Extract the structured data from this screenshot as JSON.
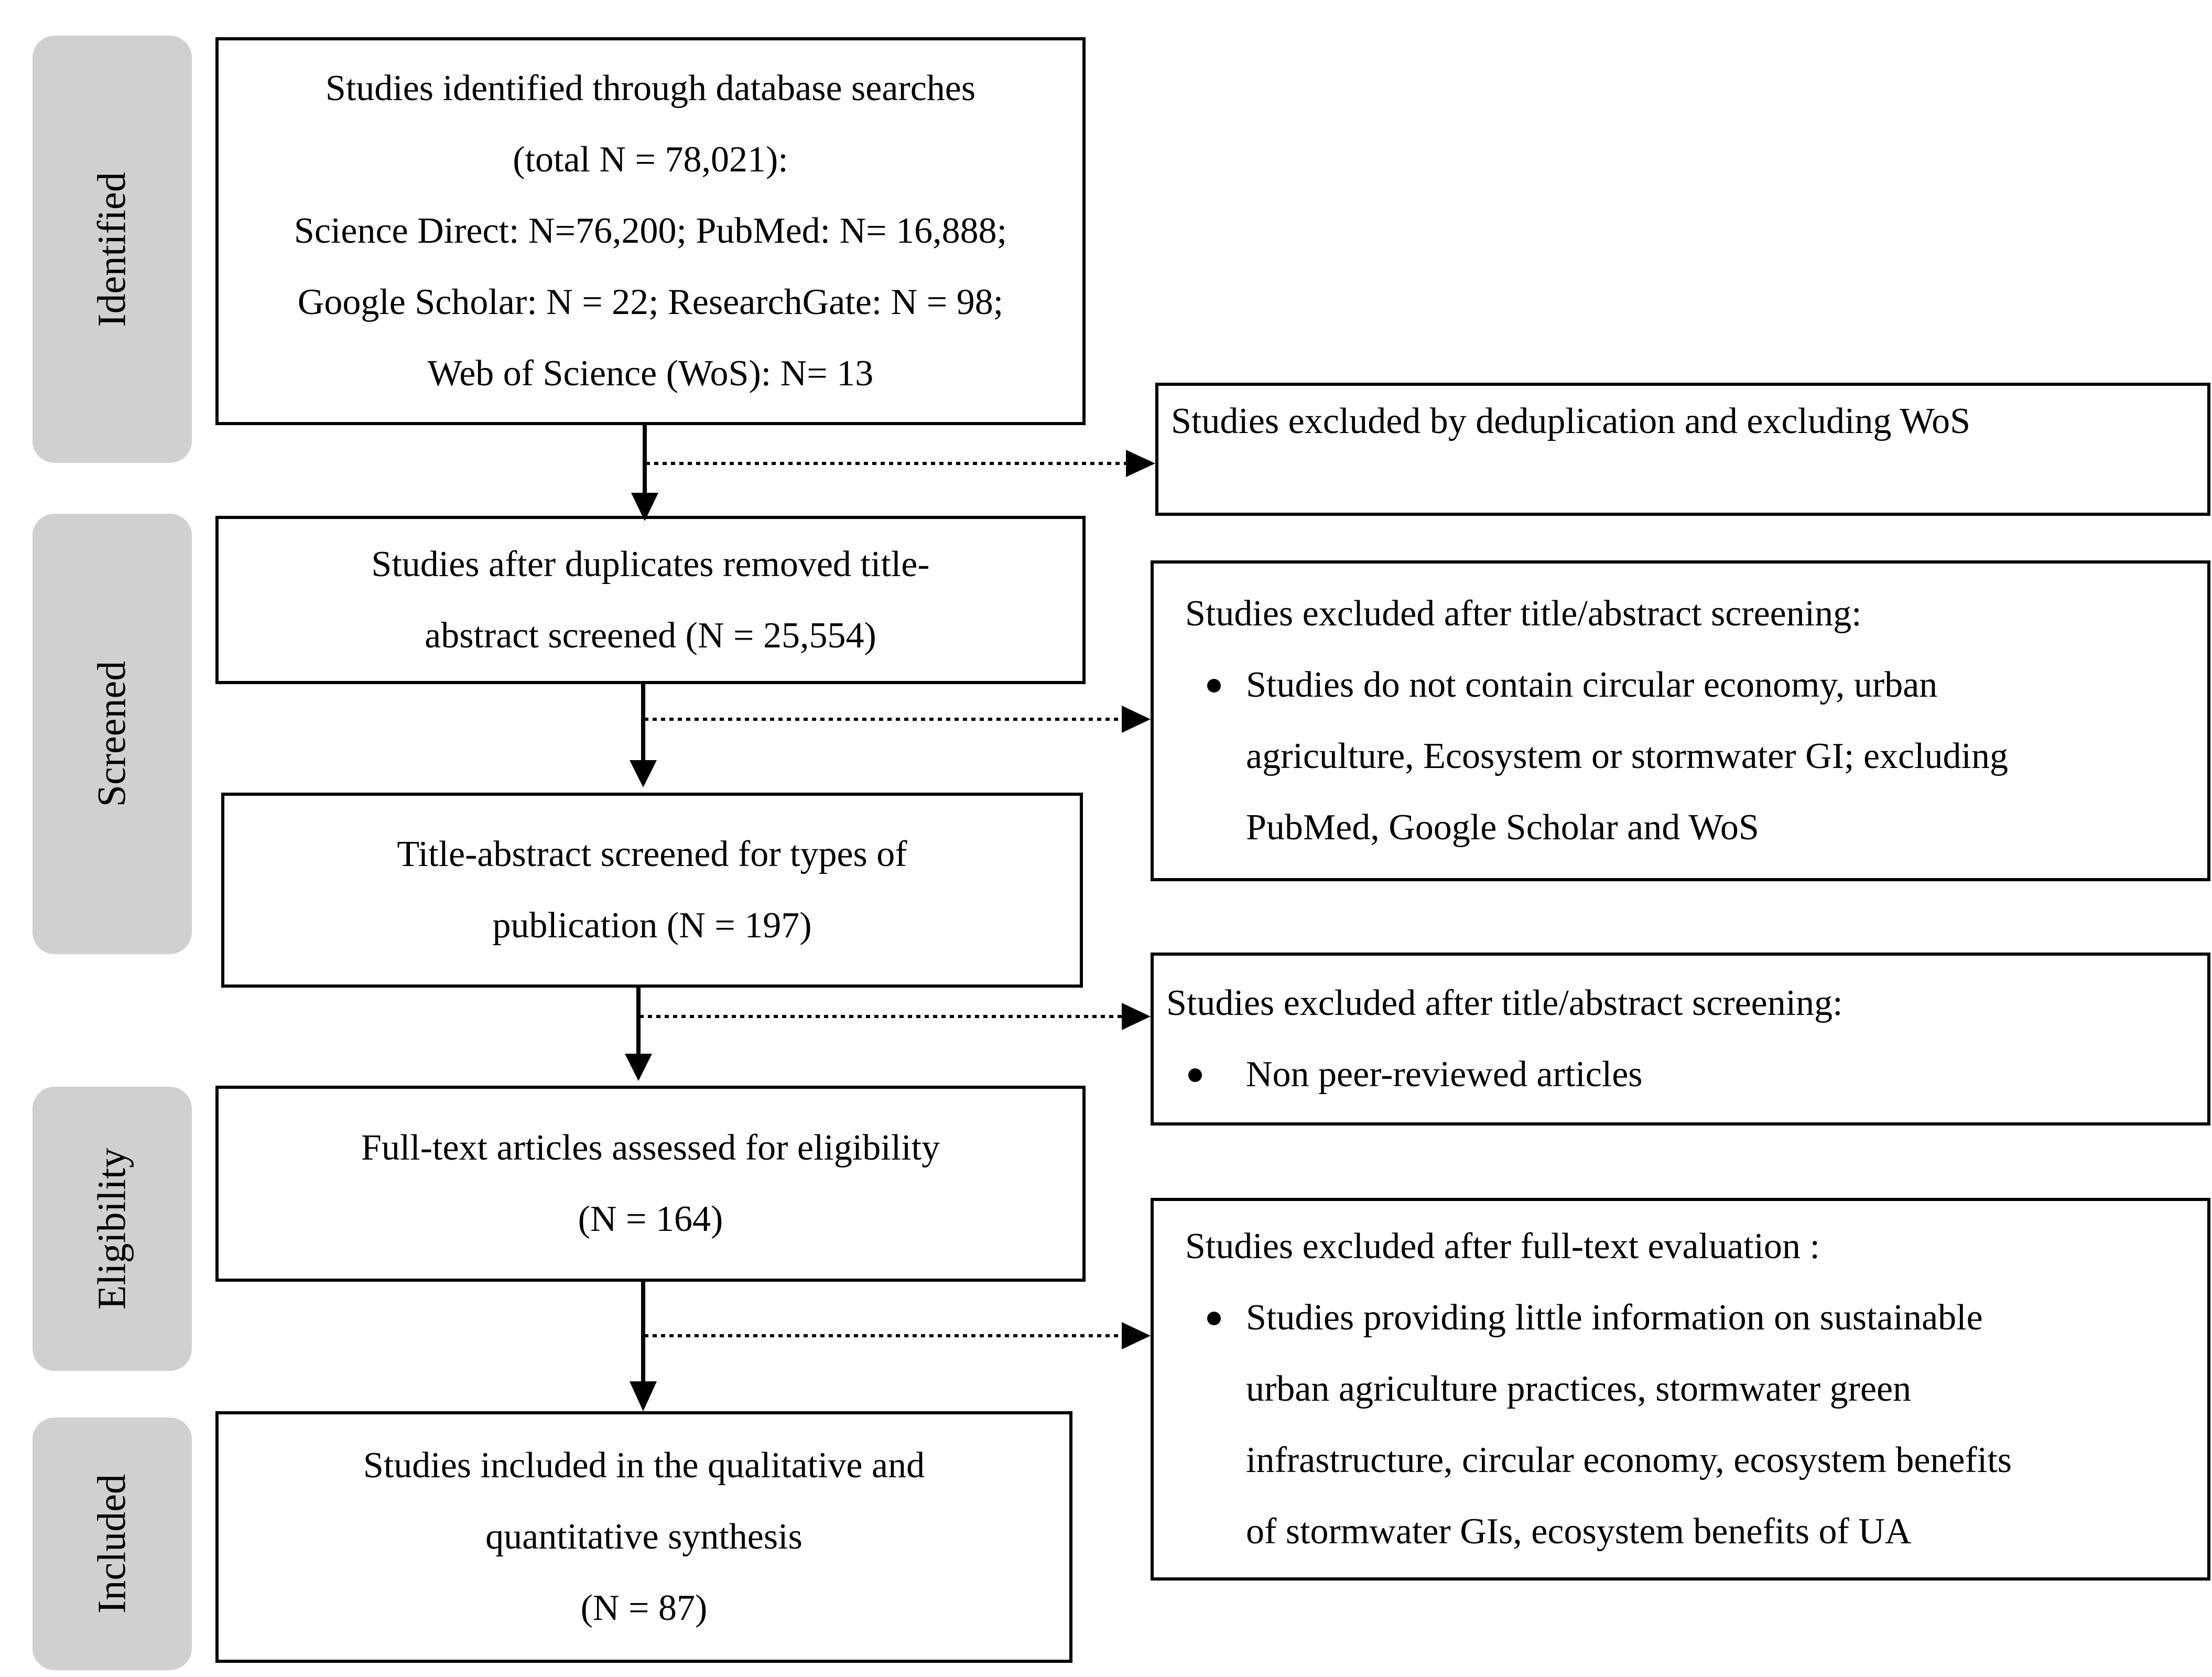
{
  "phases": {
    "identified": "Identified",
    "screened": "Screened",
    "eligibility": "Eligibility",
    "included": "Included"
  },
  "boxes": {
    "identified": {
      "lines": [
        "Studies identified through database searches",
        "(total N = 78,021):",
        "Science Direct: N=76,200; PubMed: N= 16,888;",
        "Google Scholar: N = 22; ResearchGate: N = 98;",
        "Web of Science (WoS): N= 13"
      ]
    },
    "deduplicated": {
      "lines": [
        "Studies after duplicates removed title-",
        "abstract screened (N = 25,554)"
      ]
    },
    "publication_type": {
      "lines": [
        "Title-abstract screened for types of",
        "publication (N = 197)"
      ]
    },
    "fulltext": {
      "lines": [
        "Full-text articles assessed for eligibility",
        "(N = 164)"
      ]
    },
    "included": {
      "lines": [
        "Studies included in the qualitative and",
        "quantitative synthesis",
        "(N = 87)"
      ]
    }
  },
  "exclusions": {
    "dedup": {
      "heading": "Studies excluded by deduplication and excluding WoS"
    },
    "title_abstract_1": {
      "heading": "Studies excluded after title/abstract screening:",
      "bullet_lines": [
        "Studies do not contain circular economy, urban",
        "agriculture, Ecosystem or stormwater GI; excluding",
        "PubMed, Google Scholar and WoS"
      ]
    },
    "title_abstract_2": {
      "heading": "Studies excluded after title/abstract screening:",
      "bullet_lines": [
        "Non peer-reviewed articles"
      ]
    },
    "fulltext_eval": {
      "heading": "Studies excluded after full-text evaluation :",
      "bullet_lines": [
        "Studies providing little information on sustainable",
        "urban agriculture practices, stormwater green",
        "infrastructure, circular economy, ecosystem benefits",
        "of stormwater GIs, ecosystem benefits of UA"
      ]
    }
  },
  "colors": {
    "phase_fill": "#d0d0d0",
    "border": "#000000"
  }
}
